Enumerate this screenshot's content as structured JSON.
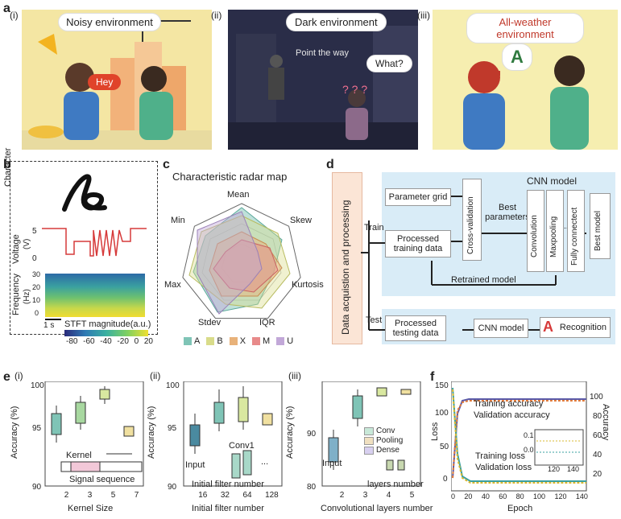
{
  "panel_labels": {
    "a": "a",
    "b": "b",
    "c": "c",
    "d": "d",
    "e": "e",
    "f": "f"
  },
  "panel_a": {
    "scenes": [
      {
        "numeral": "(i)",
        "title": "Noisy environment",
        "speech": "Hey"
      },
      {
        "numeral": "(ii)",
        "title": "Dark environment",
        "caption": "Point the way",
        "speech": "What?"
      },
      {
        "numeral": "(iii)",
        "title": "All-weather environment",
        "speech": "A"
      }
    ]
  },
  "panel_b": {
    "labels": {
      "character": "Character",
      "voltage": "Voltage",
      "voltage_unit": "(V)",
      "frequency": "Frequency",
      "frequency_unit": "(Hz)",
      "time_scale": "1 s",
      "colorbar_title": "STFT magnitude(a.u.)"
    },
    "voltage_ticks": [
      "5",
      "0"
    ],
    "frequency_ticks": [
      "30",
      "20",
      "10",
      "0"
    ],
    "colorbar_ticks": [
      "-80",
      "-60",
      "-40",
      "-20",
      "0",
      "20"
    ]
  },
  "panel_c": {
    "title": "Characteristic radar map",
    "axes": [
      "Mean",
      "Skew",
      "Kurtosis",
      "IQR",
      "Stdev",
      "Max",
      "Min"
    ],
    "legend": [
      {
        "name": "A",
        "color": "#7fc4b6"
      },
      {
        "name": "B",
        "color": "#d9dc8a"
      },
      {
        "name": "X",
        "color": "#e8b27a"
      },
      {
        "name": "M",
        "color": "#e88a8a"
      },
      {
        "name": "U",
        "color": "#c2a8d8"
      }
    ]
  },
  "panel_d": {
    "vertical_label": "Data acquistion and processing",
    "train": "Train",
    "test": "Test",
    "parameter_grid": "Parameter grid",
    "processed_training": "Processed training data",
    "cross_validation": "Cross-validation",
    "best_parameters": "Best parameters",
    "cnn_model_title": "CNN model",
    "convolution": "Convolution",
    "maxpooling": "Maxpooling",
    "fully_connected": "Fully connectect",
    "best_model": "Best model",
    "retrained": "Retrained model",
    "processed_testing": "Processed testing data",
    "cnn_model": "CNN model",
    "recognition": "Recognition",
    "ellipsis": "..."
  },
  "panel_e": {
    "ylabel": "Accuracy (%)",
    "sub_i": {
      "numeral": "(i)",
      "xlabel": "Kernel Size",
      "xticks": [
        "2",
        "3",
        "5",
        "7"
      ],
      "yticks": [
        "100",
        "95",
        "90"
      ],
      "kernel": "Kernel",
      "signal": "Signal sequence"
    },
    "sub_ii": {
      "numeral": "(ii)",
      "xlabel": "Initial filter number",
      "xticks": [
        "16",
        "32",
        "64",
        "128"
      ],
      "yticks": [
        "100",
        "95",
        "90"
      ],
      "input": "Input",
      "conv1": "Conv1",
      "filter_text": "Initial filter number",
      "dots": "..."
    },
    "sub_iii": {
      "numeral": "(iii)",
      "xlabel": "Convolutional layers number",
      "xticks": [
        "2",
        "3",
        "4",
        "5"
      ],
      "yticks": [
        "90",
        "80"
      ],
      "legend": [
        "Conv",
        "Pooling",
        "Dense"
      ],
      "input": "Input",
      "layers_text": "layers number"
    }
  },
  "panel_f": {
    "ylabel_left": "Loss",
    "ylabel_right": "Accuracy",
    "xlabel": "Epoch",
    "xticks": [
      "0",
      "20",
      "40",
      "60",
      "80",
      "100",
      "120",
      "140"
    ],
    "yticks_left": [
      "150",
      "100",
      "50",
      "0"
    ],
    "yticks_right": [
      "100",
      "80",
      "60",
      "40",
      "20"
    ],
    "legend": [
      "Training accuracy",
      "Validation accuracy",
      "Training loss",
      "Validation loss"
    ],
    "inset_yticks": [
      "0.1",
      "0.0"
    ],
    "inset_xticks": [
      "120",
      "140"
    ]
  }
}
